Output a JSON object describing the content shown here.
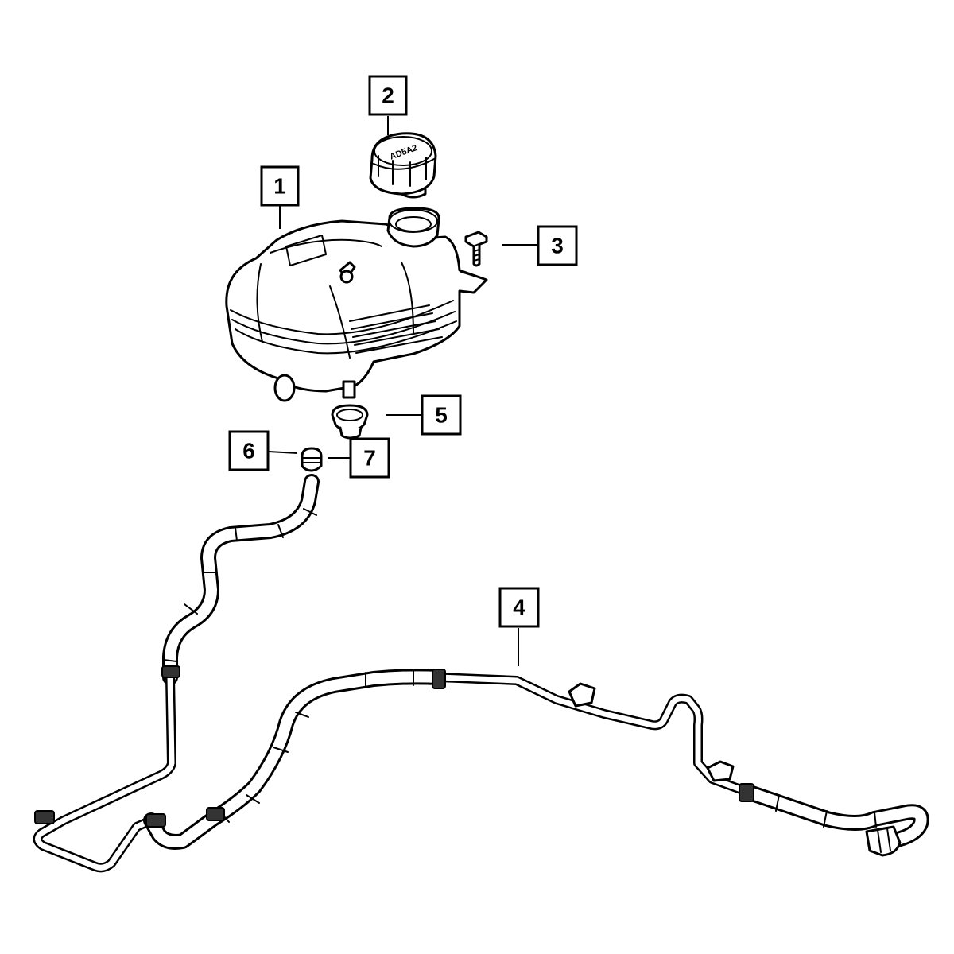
{
  "callouts": [
    {
      "id": "1",
      "label": "1"
    },
    {
      "id": "2",
      "label": "2"
    },
    {
      "id": "3",
      "label": "3"
    },
    {
      "id": "4",
      "label": "4"
    },
    {
      "id": "5",
      "label": "5"
    },
    {
      "id": "6",
      "label": "6"
    },
    {
      "id": "7",
      "label": "7"
    }
  ],
  "cap_embossing": "AD5A2",
  "colors": {
    "line": "#000000",
    "background": "#ffffff"
  }
}
